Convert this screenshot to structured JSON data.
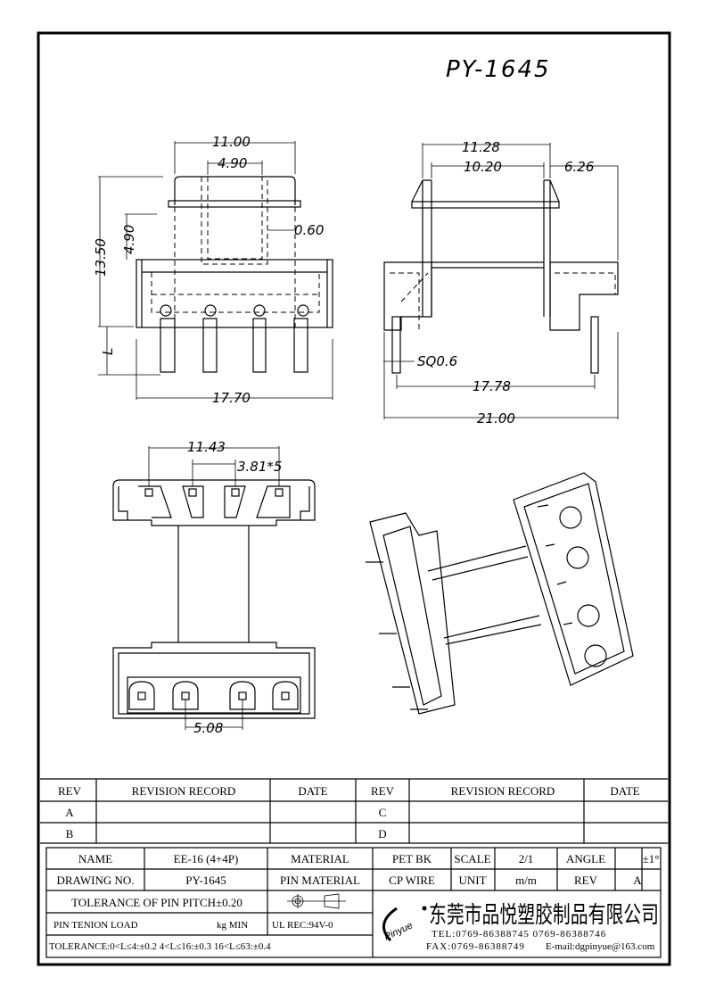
{
  "drawing_title": "PY-1645",
  "front_view": {
    "dims": [
      "11.00",
      "4.90",
      "0.60",
      "13.50",
      "4.90",
      "L",
      "17.70"
    ]
  },
  "side_view": {
    "dims": [
      "11.28",
      "10.20",
      "6.26",
      "SQ0.6",
      "17.78",
      "21.00"
    ]
  },
  "bottom_view": {
    "dims": [
      "11.43",
      "3.81*5",
      "5.08"
    ]
  },
  "revision_table": {
    "headers": [
      "REV",
      "REVISION RECORD",
      "DATE",
      "REV",
      "REVISION RECORD",
      "DATE"
    ],
    "rows": [
      [
        "A",
        "",
        "",
        "C",
        "",
        ""
      ],
      [
        "B",
        "",
        "",
        "D",
        "",
        ""
      ]
    ]
  },
  "title_block": {
    "name_label": "NAME",
    "name_value": "EE-16 (4+4P)",
    "material_label": "MATERIAL",
    "material_value": "PET BK",
    "scale_label": "SCALE",
    "scale_value": "2/1",
    "angle_label": "ANGLE",
    "angle_value": "±1°",
    "drawing_no_label": "DRAWING NO.",
    "drawing_no_value": "PY-1645",
    "pin_material_label": "PIN MATERIAL",
    "pin_material_value": "CP WIRE",
    "unit_label": "UNIT",
    "unit_value": "m/m",
    "rev_label": "REV",
    "rev_value": "A",
    "tolerance_pitch": "TOLERANCE OF PIN PITCH±0.20",
    "pin_tension": "PIN TENION LOAD",
    "pin_tension_unit": "kg MIN",
    "ul_rec": "UL REC:94V-0",
    "tolerance": "TOLERANCE:0<L≤4:±0.2  4<L≤16:±0.3  16<L≤63:±0.4",
    "company_name": "东莞市品悦塑胶制品有限公司",
    "logo_text": "Pinyue",
    "tel": "TEL:0769-86388745    0769-86388746",
    "fax": "FAX:0769-86388749",
    "email": "E-mail:dgpinyue@163.com"
  }
}
